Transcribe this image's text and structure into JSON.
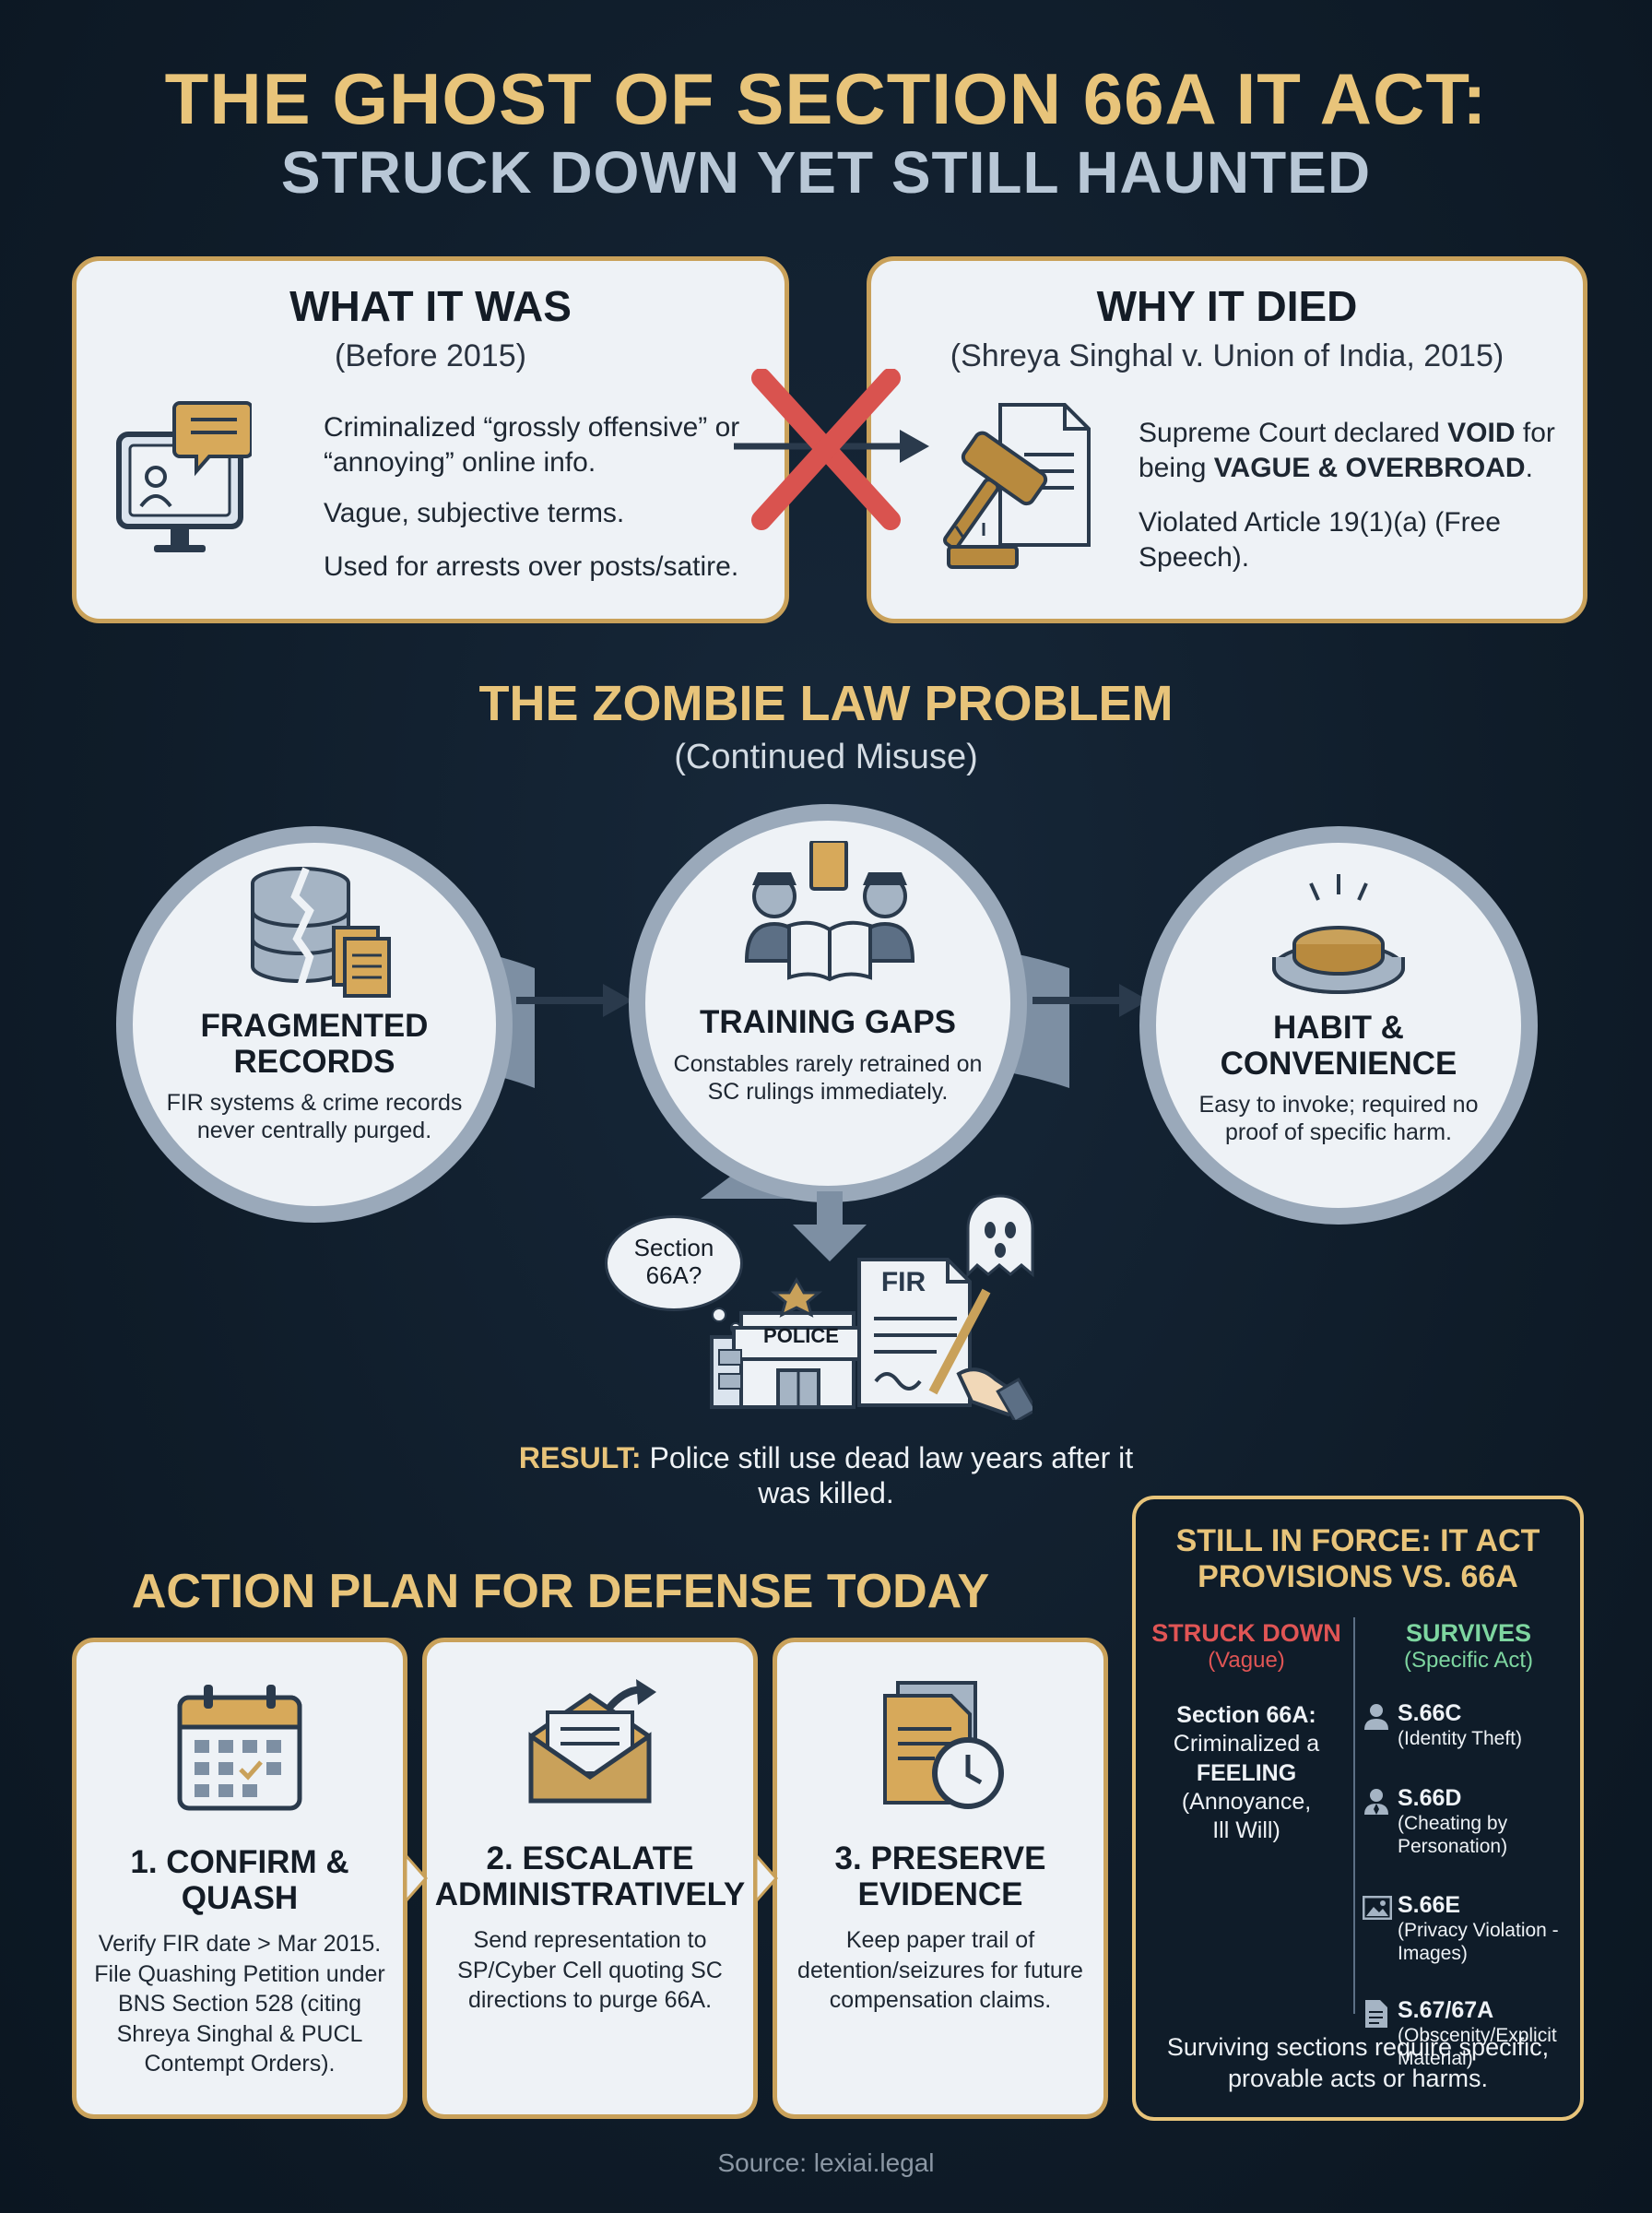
{
  "title": {
    "line1": "THE GHOST OF SECTION 66A IT ACT:",
    "line2": "STRUCK DOWN YET STILL HAUNTED"
  },
  "what_it_was": {
    "heading": "WHAT IT WAS",
    "sub": "(Before 2015)",
    "p1": "Criminalized “grossly offensive” or “annoying” online info.",
    "p2": "Vague, subjective terms.",
    "p3": "Used for arrests over posts/satire."
  },
  "why_it_died": {
    "heading": "WHY IT DIED",
    "sub": "(Shreya Singhal v. Union of India, 2015)",
    "p1_a": "Supreme Court declared ",
    "p1_b": "VOID",
    "p1_c": " for being ",
    "p1_d": "VAGUE & OVERBROAD",
    "p1_e": ".",
    "p2": "Violated Article 19(1)(a) (Free Speech)."
  },
  "zombie": {
    "title": "THE ZOMBIE LAW PROBLEM",
    "sub": "(Continued Misuse)",
    "items": [
      {
        "title": "FRAGMENTED RECORDS",
        "desc": "FIR systems & crime records never centrally purged."
      },
      {
        "title": "TRAINING GAPS",
        "desc": "Constables rarely retrained on SC rulings immediately."
      },
      {
        "title": "HABIT & CONVENIENCE",
        "desc": "Easy to invoke; required no proof of specific harm."
      }
    ],
    "bubble": "Section 66A?",
    "police_sign": "POLICE",
    "fir_label": "FIR",
    "result_label": "RESULT:",
    "result_text": " Police still use dead law years after it was killed."
  },
  "action": {
    "title": "ACTION PLAN FOR DEFENSE TODAY",
    "steps": [
      {
        "title": "1. CONFIRM & QUASH",
        "desc": "Verify FIR date > Mar 2015. File Quashing Petition under BNS Section 528 (citing Shreya Singhal & PUCL Contempt Orders)."
      },
      {
        "title": "2. ESCALATE ADMINISTRATIVELY",
        "desc": "Send representation to SP/Cyber Cell quoting SC directions to purge 66A."
      },
      {
        "title": "3. PRESERVE EVIDENCE",
        "desc": "Keep paper trail of detention/seizures for future compensation claims."
      }
    ]
  },
  "in_force": {
    "title": "STILL IN FORCE: IT ACT PROVISIONS VS. 66A",
    "struck_label": "STRUCK DOWN",
    "struck_sub": "(Vague)",
    "survives_label": "SURVIVES",
    "survives_sub": "(Specific Act)",
    "s66a_title": "Section 66A:",
    "s66a_text1": "Criminalized a",
    "s66a_feeling": "FEELING",
    "s66a_text2": "(Annoyance, Ill Will)",
    "provisions": [
      {
        "code": "S.66C",
        "desc": "(Identity Theft)",
        "icon": "person-icon"
      },
      {
        "code": "S.66D",
        "desc": "(Cheating by Personation)",
        "icon": "person-tie-icon"
      },
      {
        "code": "S.66E",
        "desc": "(Privacy Violation - Images)",
        "icon": "image-icon"
      },
      {
        "code": "S.67/67A",
        "desc": "(Obscenity/Explicit Material)",
        "icon": "document-icon"
      }
    ],
    "footer": "Surviving sections require specific, provable acts or harms."
  },
  "source": "Source: lexiai.legal",
  "colors": {
    "gold": "#e8c47a",
    "struck": "#e05555",
    "survives": "#7ed6a0",
    "background": "#0f1c29"
  }
}
